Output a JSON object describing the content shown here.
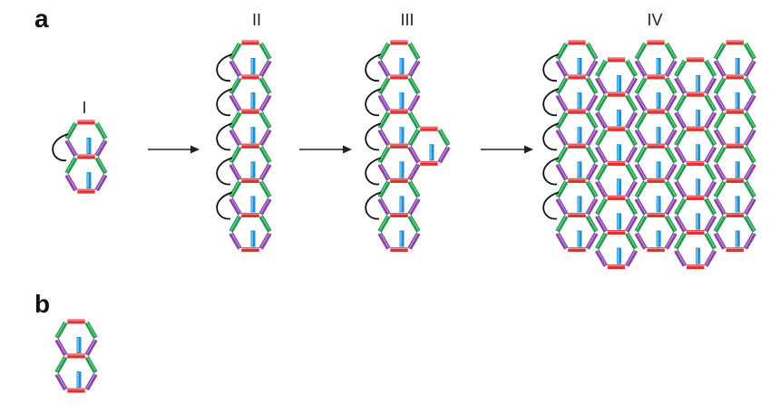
{
  "panel_a": {
    "letter": "a"
  },
  "panel_b": {
    "letter": "b"
  },
  "stages": [
    {
      "label": "I"
    },
    {
      "label": "II"
    },
    {
      "label": "III"
    },
    {
      "label": "IV"
    }
  ],
  "colors": {
    "edge_green": "#1e9c4a",
    "edge_purple": "#8b3fa8",
    "edge_red": "#e23030",
    "stick_blue": "#1c8fd6",
    "loop": "#111111",
    "arrow": "#222222"
  }
}
